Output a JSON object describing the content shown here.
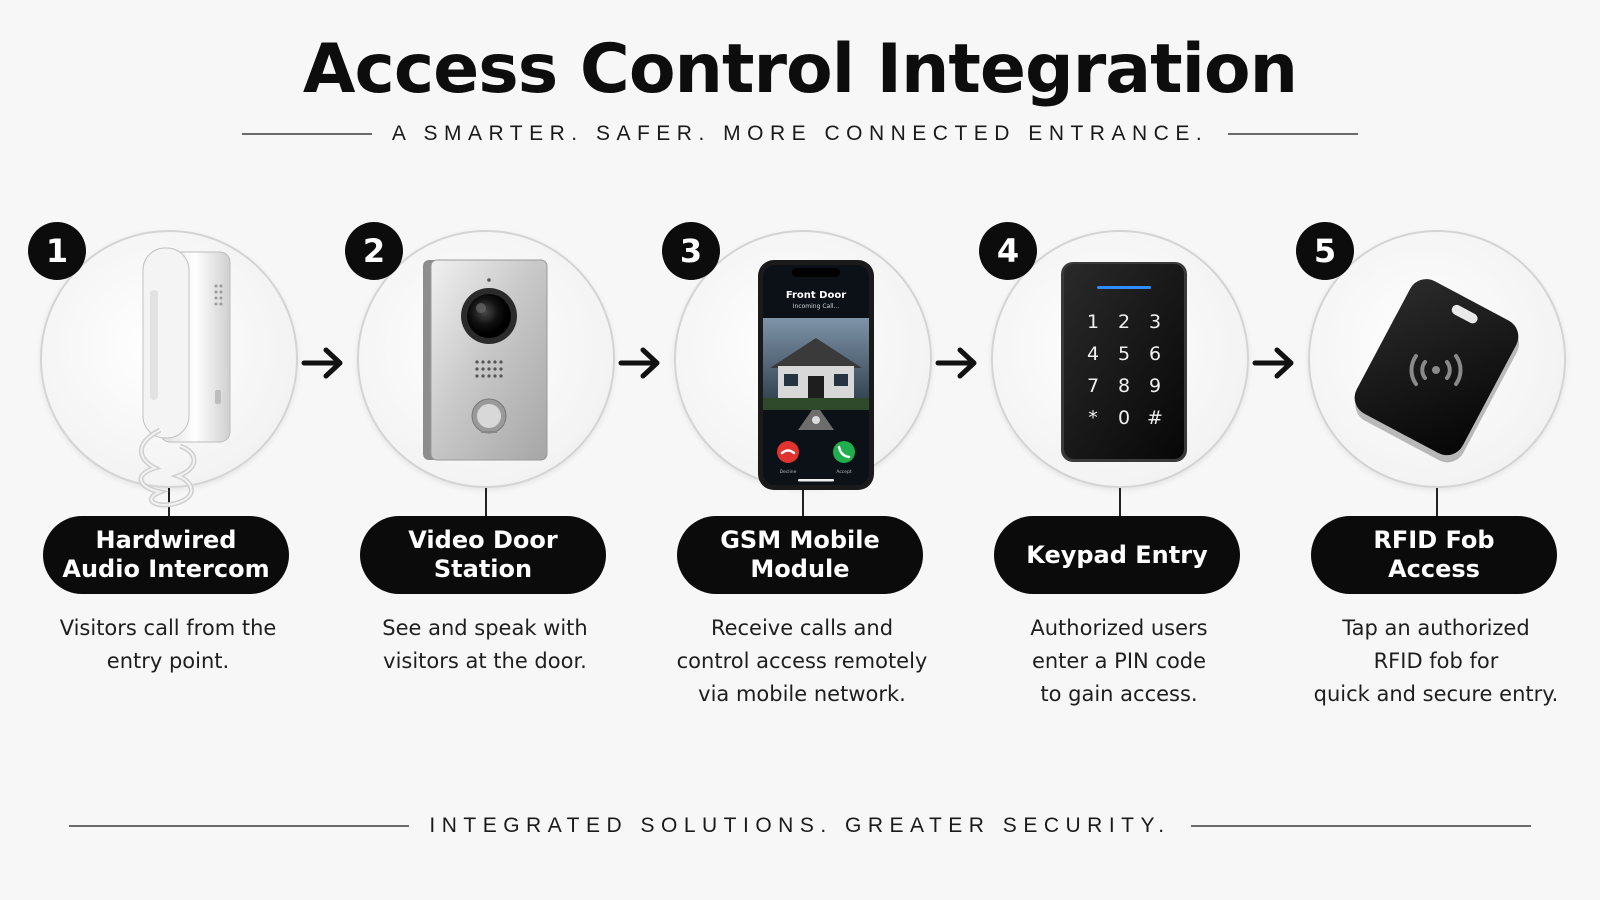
{
  "header": {
    "title": "Access Control Integration",
    "subtitle": "A SMARTER. SAFER. MORE CONNECTED ENTRANCE."
  },
  "steps": [
    {
      "number": "1",
      "label": "Hardwired Audio Intercom",
      "description": "Visitors call from the\nentry point.",
      "icon": "intercom-handset-icon"
    },
    {
      "number": "2",
      "label": "Video Door Station",
      "description": "See and speak with\nvisitors at the door.",
      "icon": "video-door-station-icon"
    },
    {
      "number": "3",
      "label": "GSM Mobile Module",
      "description": "Receive calls and\ncontrol access remotely\nvia mobile network.",
      "icon": "smartphone-icon",
      "phone_screen": {
        "caller": "Front Door",
        "status": "Incoming Call...",
        "decline": "Decline",
        "accept": "Accept"
      }
    },
    {
      "number": "4",
      "label": "Keypad Entry",
      "description": "Authorized users\nenter a PIN code\nto gain access.",
      "icon": "keypad-icon",
      "keys": [
        "1",
        "2",
        "3",
        "4",
        "5",
        "6",
        "7",
        "8",
        "9",
        "*",
        "0",
        "#"
      ]
    },
    {
      "number": "5",
      "label": "RFID Fob Access",
      "description": "Tap an authorized\nRFID fob for\nquick and secure entry.",
      "icon": "rfid-fob-icon"
    }
  ],
  "footer": {
    "tagline": "INTEGRATED SOLUTIONS. GREATER SECURITY."
  },
  "colors": {
    "background": "#f7f7f7",
    "pill": "#0b0b0b",
    "text": "#111111",
    "accept": "#1fae4b",
    "decline": "#e0322f",
    "keypad_led": "#2f8cff"
  }
}
